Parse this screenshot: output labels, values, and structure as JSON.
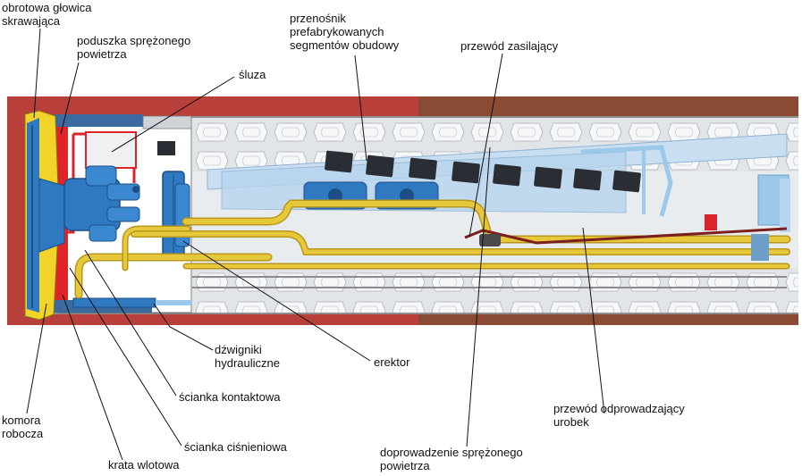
{
  "labels": {
    "rotating_head": [
      "obrotowa głowica",
      "skrawająca"
    ],
    "air_cushion": [
      "poduszka sprężonego",
      "powietrza"
    ],
    "segment_conveyor": [
      "przenośnik",
      "prefabrykowanych",
      "segmentów obudowy"
    ],
    "supply_line": "przewód zasilający",
    "airlock": "śluza",
    "hydraulic_jacks": [
      "dźwigniki",
      "hydrauliczne"
    ],
    "erector": "erektor",
    "contact_wall": "ścianka kontaktowa",
    "working_chamber": [
      "komora",
      "robocza"
    ],
    "pressure_wall": "ścianka ciśnieniowa",
    "inlet_grate": "krata wlotowa",
    "compressed_air_feed": [
      "doprowadzenie sprężonego",
      "powietrza"
    ],
    "spoil_discharge_line": [
      "przewód odprowadzający",
      "urobek"
    ]
  },
  "colors": {
    "ground_left": "#b83f3a",
    "ground_right": "#8a4a33",
    "lining_bg": "#e4e7ea",
    "segment_block": "#2a2d33",
    "machine_blue": "#2f79c0",
    "light_blue": "#9cc9ea",
    "pipe_yellow": "#e6c83a",
    "pipe_dark_yellow": "#b8971c",
    "cutter_yellow": "#f2d32a",
    "air_red": "#d8242a"
  },
  "icons": {
    "cutter_head": "cutting-head-icon",
    "segment": "lining-segment-icon",
    "jack": "hydraulic-jack-icon"
  }
}
